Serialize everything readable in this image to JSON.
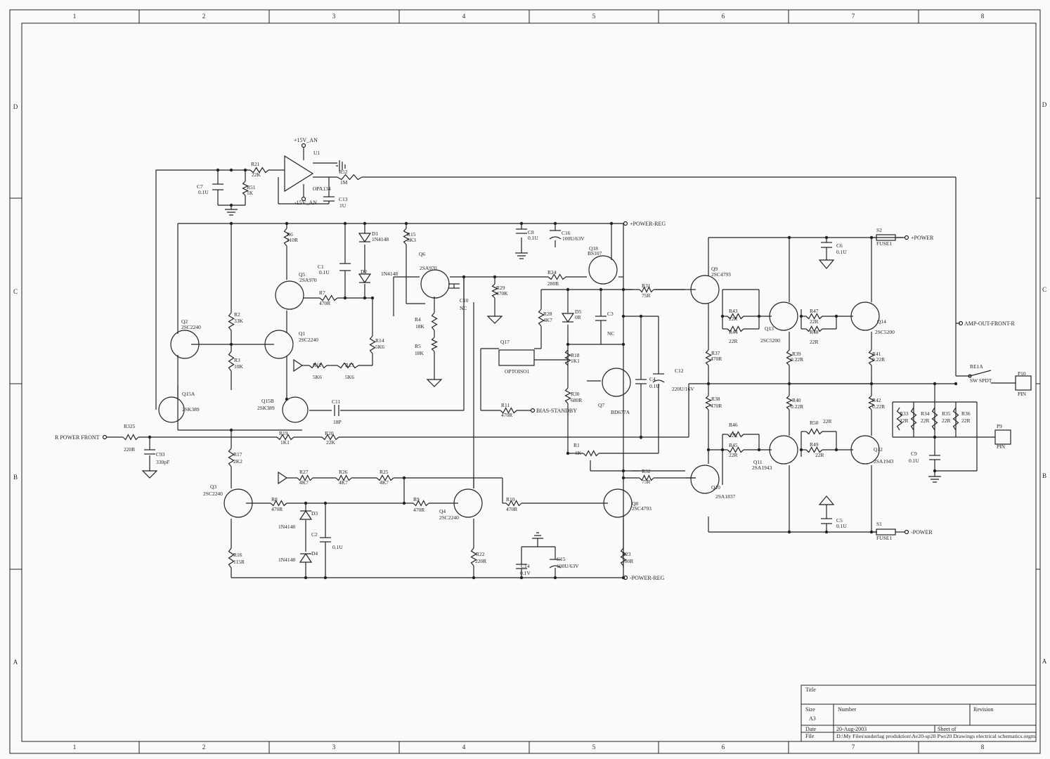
{
  "frame": {
    "columns": [
      "1",
      "2",
      "3",
      "4",
      "5",
      "6",
      "7",
      "8"
    ],
    "rows": [
      "D",
      "C",
      "B",
      "A"
    ]
  },
  "ports": {
    "power_reg_pos": "+POWER-REG",
    "power_reg_neg": "-POWER-REG",
    "power_pos": "+POWER",
    "power_neg": "-POWER",
    "amp_out": "AMP-OUT-FRONT-R",
    "input": "R POWER FRONT",
    "bias_standby": "BIAS-STANDBY",
    "vcc": "+15V_AN",
    "vee": "-15V_AN"
  },
  "components": [
    {
      "ref": "U1",
      "value": "OPA134"
    },
    {
      "ref": "R21",
      "value": "22K"
    },
    {
      "ref": "R51",
      "value": "1K"
    },
    {
      "ref": "C7",
      "value": "0.1U"
    },
    {
      "ref": "R52",
      "value": "1M"
    },
    {
      "ref": "C13",
      "value": "1U"
    },
    {
      "ref": "R6",
      "value": "110R"
    },
    {
      "ref": "D1",
      "value": "1N4148"
    },
    {
      "ref": "D2",
      "value": "1N4148"
    },
    {
      "ref": "C1",
      "value": "0.1U"
    },
    {
      "ref": "R15",
      "value": "3K3"
    },
    {
      "ref": "Q6",
      "value": "2SA970"
    },
    {
      "ref": "C10",
      "value": "NC"
    },
    {
      "ref": "C8",
      "value": "0.1U"
    },
    {
      "ref": "C16",
      "value": "100U/63V"
    },
    {
      "ref": "Q18",
      "value": "BS107"
    },
    {
      "ref": "R24",
      "value": "280R"
    },
    {
      "ref": "R29",
      "value": "470K"
    },
    {
      "ref": "Q5",
      "value": "2SA970"
    },
    {
      "ref": "R7",
      "value": "470R"
    },
    {
      "ref": "R2",
      "value": "33K"
    },
    {
      "ref": "R3",
      "value": "10K"
    },
    {
      "ref": "Q2",
      "value": "2SC2240"
    },
    {
      "ref": "Q1",
      "value": "2SC2240"
    },
    {
      "ref": "R14",
      "value": "5K6"
    },
    {
      "ref": "R12",
      "value": "5K6"
    },
    {
      "ref": "R13",
      "value": "5K6"
    },
    {
      "ref": "R4",
      "value": "18K"
    },
    {
      "ref": "R5",
      "value": "18K"
    },
    {
      "ref": "Q15A",
      "value": "2SK389"
    },
    {
      "ref": "Q15B",
      "value": "2SK389"
    },
    {
      "ref": "C11",
      "value": "18P"
    },
    {
      "ref": "R325",
      "value": "220R"
    },
    {
      "ref": "C93",
      "value": "330pF"
    },
    {
      "ref": "R19",
      "value": "1K1"
    },
    {
      "ref": "R20",
      "value": "22K"
    },
    {
      "ref": "R28",
      "value": "4K7"
    },
    {
      "ref": "D5",
      "value": "0R"
    },
    {
      "ref": "C3",
      "value": "NC"
    },
    {
      "ref": "R18",
      "value": "1K1"
    },
    {
      "ref": "R30",
      "value": "680R"
    },
    {
      "ref": "Q17",
      "value": "OPTOISO1"
    },
    {
      "ref": "R11",
      "value": "470R"
    },
    {
      "ref": "Q7",
      "value": "BD677A"
    },
    {
      "ref": "C4",
      "value": "0.1U"
    },
    {
      "ref": "C12",
      "value": "220U/16V"
    },
    {
      "ref": "R1",
      "value": "1K"
    },
    {
      "ref": "R31",
      "value": "75R"
    },
    {
      "ref": "R32",
      "value": "75R"
    },
    {
      "ref": "R17",
      "value": "2K2"
    },
    {
      "ref": "Q3",
      "value": "2SC2240"
    },
    {
      "ref": "R8",
      "value": "470R"
    },
    {
      "ref": "D3",
      "value": "1N4148"
    },
    {
      "ref": "D4",
      "value": "1N4148"
    },
    {
      "ref": "C2",
      "value": "0.1U"
    },
    {
      "ref": "R16",
      "value": "115R"
    },
    {
      "ref": "R27",
      "value": "4K7"
    },
    {
      "ref": "R26",
      "value": "4K7"
    },
    {
      "ref": "R25",
      "value": "4K7"
    },
    {
      "ref": "R9",
      "value": "470R"
    },
    {
      "ref": "Q4",
      "value": "2SC2240"
    },
    {
      "ref": "R22",
      "value": "220R"
    },
    {
      "ref": "R10",
      "value": "470R"
    },
    {
      "ref": "Q8",
      "value": "2SC4793"
    },
    {
      "ref": "C14",
      "value": "0.1V"
    },
    {
      "ref": "C15",
      "value": "100U/63V"
    },
    {
      "ref": "R23",
      "value": "100R"
    },
    {
      "ref": "Q9",
      "value": "2SC4793"
    },
    {
      "ref": "Q10",
      "value": "2SA1837"
    },
    {
      "ref": "R37",
      "value": "470R"
    },
    {
      "ref": "R38",
      "value": "470R"
    },
    {
      "ref": "R43",
      "value": "22R"
    },
    {
      "ref": "R44",
      "value": "22R"
    },
    {
      "ref": "Q13",
      "value": "2SC5200"
    },
    {
      "ref": "R47",
      "value": "22R"
    },
    {
      "ref": "R48",
      "value": "22R"
    },
    {
      "ref": "Q14",
      "value": "2SC5200"
    },
    {
      "ref": "R39",
      "value": "0.22R"
    },
    {
      "ref": "R41",
      "value": "0.22R"
    },
    {
      "ref": "R40",
      "value": "0.22R"
    },
    {
      "ref": "R42",
      "value": "0.22R"
    },
    {
      "ref": "R46",
      "value": "22R"
    },
    {
      "ref": "R45",
      "value": "22R"
    },
    {
      "ref": "Q11",
      "value": "2SA1943"
    },
    {
      "ref": "R50",
      "value": "22R"
    },
    {
      "ref": "R49",
      "value": "22R"
    },
    {
      "ref": "Q12",
      "value": "2SA1943"
    },
    {
      "ref": "C6",
      "value": "0.1U"
    },
    {
      "ref": "C5",
      "value": "0.1U"
    },
    {
      "ref": "S2",
      "value": "FUSE1"
    },
    {
      "ref": "S1",
      "value": "FUSE1"
    },
    {
      "ref": "R33",
      "value": "22R"
    },
    {
      "ref": "R34",
      "value": "22R"
    },
    {
      "ref": "R35",
      "value": "22R"
    },
    {
      "ref": "R36",
      "value": "22R"
    },
    {
      "ref": "C9",
      "value": "0.1U"
    },
    {
      "ref": "RE1A",
      "value": "SW SPDT"
    },
    {
      "ref": "P10",
      "value": "PIN"
    },
    {
      "ref": "P9",
      "value": "PIN"
    }
  ],
  "title_block": {
    "title_label": "Title",
    "size_label": "Size",
    "size_value": "A3",
    "number_label": "Number",
    "revision_label": "Revision",
    "date_label": "Date",
    "date_value": "20-Aug-2003",
    "sheet_label": "Sheet    of",
    "file_label": "File",
    "file_value": "D:\\My Files\\underlag produktion\\Av20-sp20 Pwr20 Drawings electrical schematics.orgm"
  }
}
